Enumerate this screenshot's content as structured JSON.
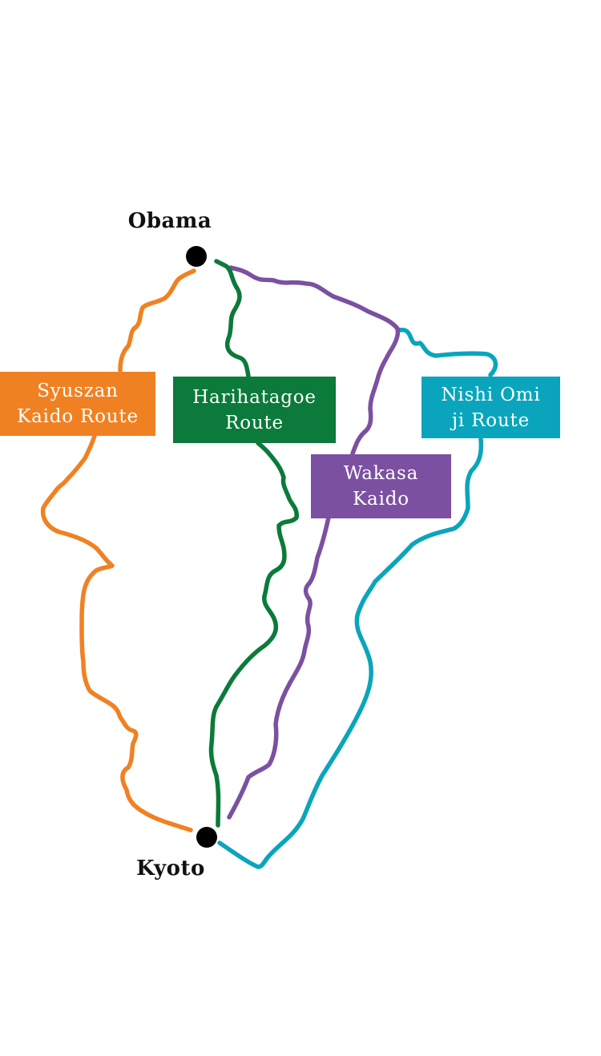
{
  "cities": {
    "obama": "Obama",
    "kyoto": "Kyoto"
  },
  "routes": {
    "syuszan": {
      "line1": "Syuszan",
      "line2": "Kaido Route",
      "color": "#f08123"
    },
    "harihata": {
      "line1": "Harihatagoe",
      "line2": "Route",
      "color": "#0b7a3a"
    },
    "wakasa": {
      "line1": "Wakasa",
      "line2": "Kaido",
      "color": "#7c50a1"
    },
    "nishi": {
      "line1": "Nishi Omi",
      "line2": "ji Route",
      "color": "#0aa5bc"
    }
  },
  "marker_color": "#000000"
}
